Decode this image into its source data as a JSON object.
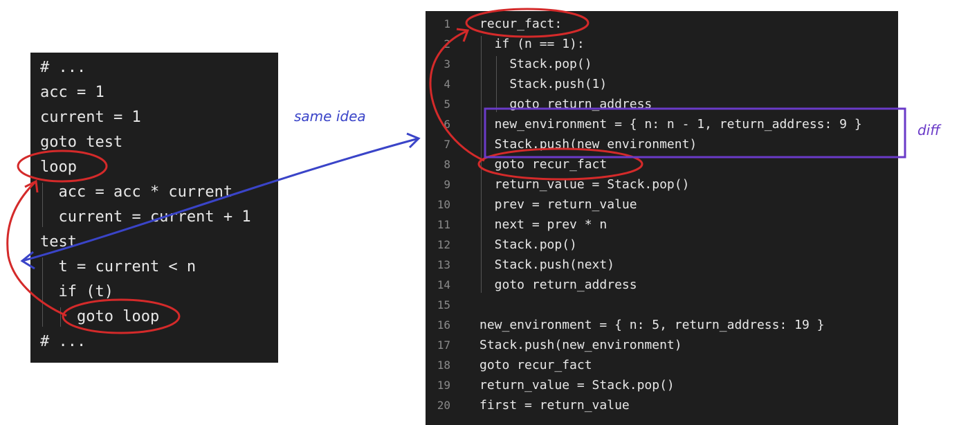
{
  "left_code": {
    "lines": [
      "# ...",
      "acc = 1",
      "current = 1",
      "goto test",
      "loop",
      "  acc = acc * current",
      "  current = current + 1",
      "test",
      "  t = current < n",
      "  if (t)",
      "    goto loop",
      "# ..."
    ]
  },
  "right_code": {
    "lines": [
      {
        "num": "1",
        "text": "recur_fact:"
      },
      {
        "num": "2",
        "text": "  if (n == 1):"
      },
      {
        "num": "3",
        "text": "    Stack.pop()"
      },
      {
        "num": "4",
        "text": "    Stack.push(1)"
      },
      {
        "num": "5",
        "text": "    goto return_address"
      },
      {
        "num": "6",
        "text": "  new_environment = { n: n - 1, return_address: 9 }"
      },
      {
        "num": "7",
        "text": "  Stack.push(new_environment)"
      },
      {
        "num": "8",
        "text": "  goto recur_fact"
      },
      {
        "num": "9",
        "text": "  return_value = Stack.pop()"
      },
      {
        "num": "10",
        "text": "  prev = return_value"
      },
      {
        "num": "11",
        "text": "  next = prev * n"
      },
      {
        "num": "12",
        "text": "  Stack.pop()"
      },
      {
        "num": "13",
        "text": "  Stack.push(next)"
      },
      {
        "num": "14",
        "text": "  goto return_address"
      },
      {
        "num": "15",
        "text": ""
      },
      {
        "num": "16",
        "text": "new_environment = { n: 5, return_address: 19 }"
      },
      {
        "num": "17",
        "text": "Stack.push(new_environment)"
      },
      {
        "num": "18",
        "text": "goto recur_fact"
      },
      {
        "num": "19",
        "text": "return_value = Stack.pop()"
      },
      {
        "num": "20",
        "text": "first = return_value"
      }
    ]
  },
  "annotations": {
    "same_idea_label": "same idea",
    "diff_label": "diff"
  },
  "colors": {
    "code_bg": "#1e1e1e",
    "code_text": "#e8e8e8",
    "line_number": "#8a8a8a",
    "red_annotation": "#d42a2a",
    "blue_annotation": "#3a44c8",
    "purple_annotation": "#6a3ac8"
  }
}
